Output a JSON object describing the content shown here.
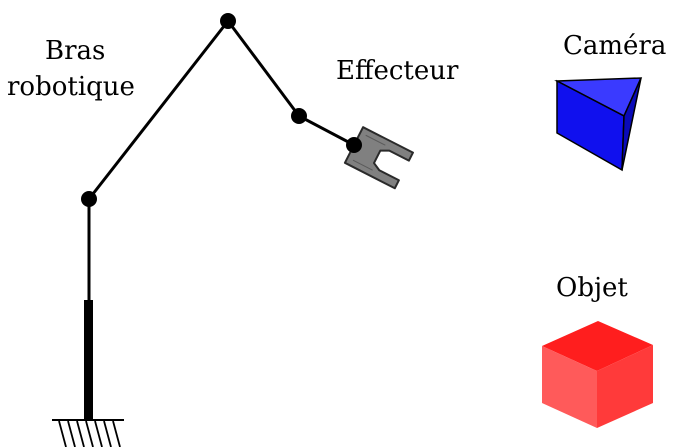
{
  "labels": {
    "arm_line1": "Bras",
    "arm_line2": "robotique",
    "effector": "Effecteur",
    "camera": "Caméra",
    "object": "Objet"
  },
  "icons": {
    "base": "ground-hatch-icon",
    "gripper": "gripper-icon",
    "camera": "camera-pyramid-icon",
    "object": "cube-icon"
  },
  "colors": {
    "arm": "#000000",
    "gripper_fill": "#808080",
    "gripper_stroke": "#2a2a2a",
    "camera_front": "#1010ee",
    "camera_side": "#0a0ab8",
    "camera_top": "#3a3aff",
    "cube_front": "#ff5a5a",
    "cube_top": "#ff1e1e",
    "cube_side": "#ff3a3a"
  }
}
